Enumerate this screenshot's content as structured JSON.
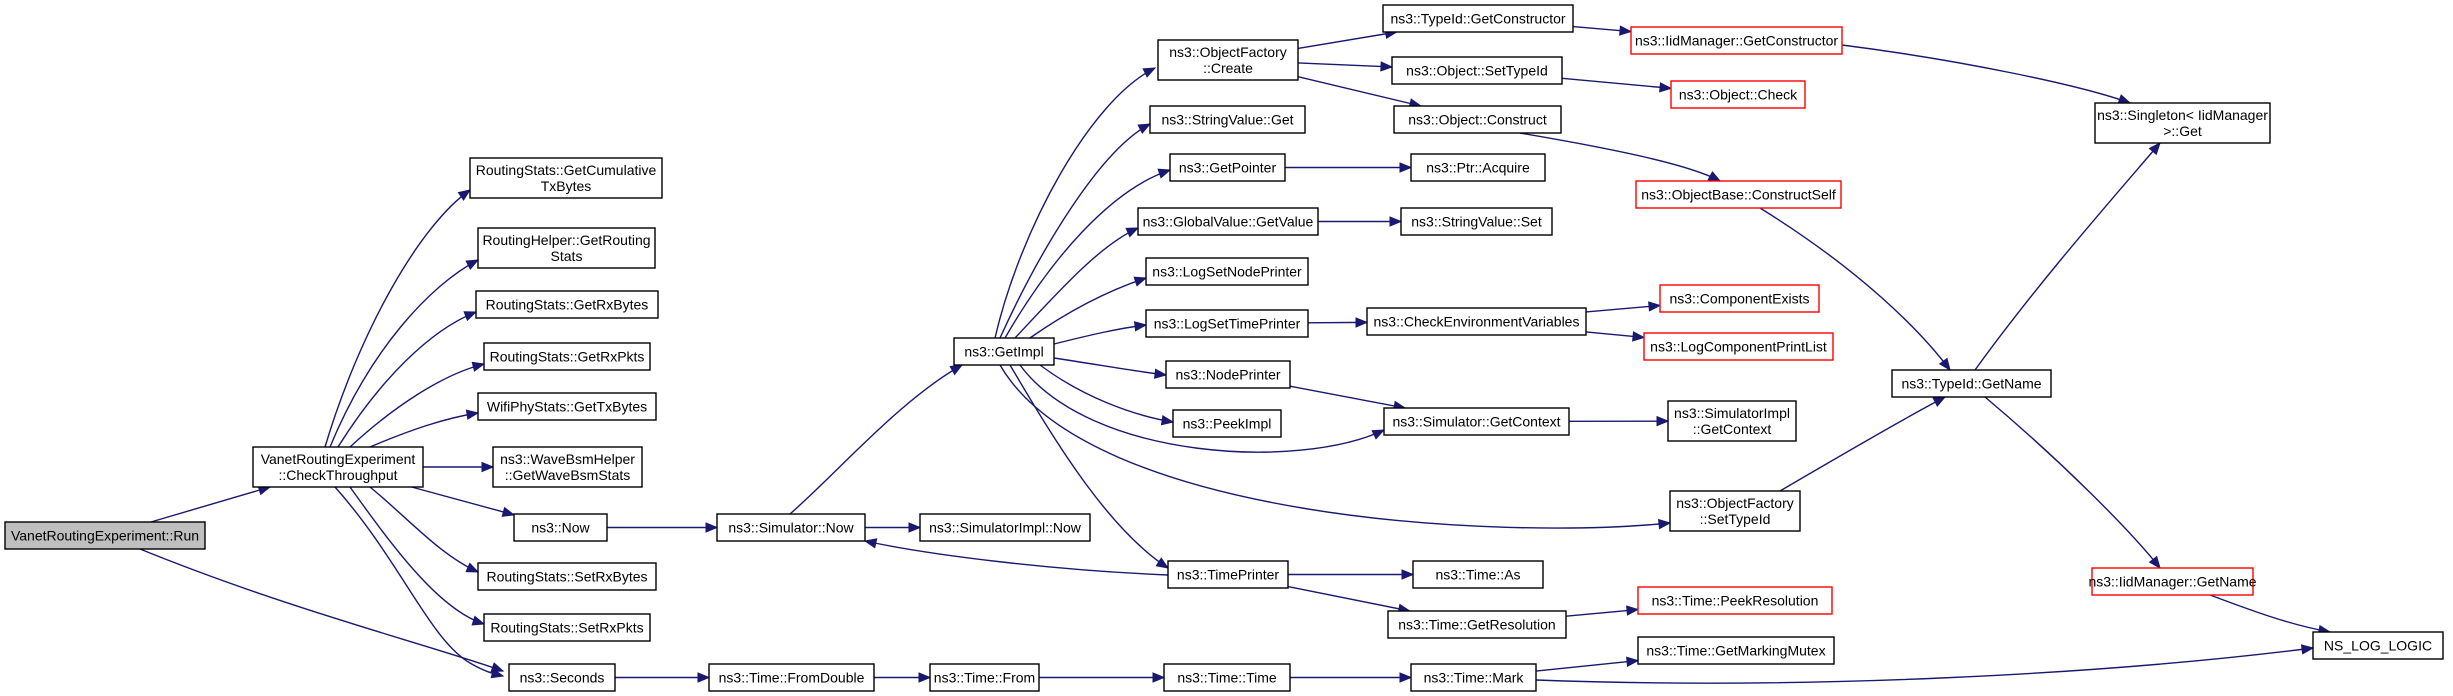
{
  "graph": {
    "type": "call-graph",
    "colors": {
      "edge": "#191970",
      "incomplete_node_border": "#ff0000",
      "node_border": "#000000",
      "root_fill": "#bfbfbf"
    },
    "nodes": [
      {
        "id": "run",
        "lines": [
          "VanetRoutingExperiment::Run"
        ],
        "style": "root"
      },
      {
        "id": "checkThroughput",
        "lines": [
          "VanetRoutingExperiment",
          "::CheckThroughput"
        ]
      },
      {
        "id": "getCumTx",
        "lines": [
          "RoutingStats::GetCumulative",
          "TxBytes"
        ]
      },
      {
        "id": "getRoutingStats",
        "lines": [
          "RoutingHelper::GetRouting",
          "Stats"
        ]
      },
      {
        "id": "getRxBytes",
        "lines": [
          "RoutingStats::GetRxBytes"
        ]
      },
      {
        "id": "getRxPkts",
        "lines": [
          "RoutingStats::GetRxPkts"
        ]
      },
      {
        "id": "wifiGetTx",
        "lines": [
          "WifiPhyStats::GetTxBytes"
        ]
      },
      {
        "id": "waveBsm",
        "lines": [
          "ns3::WaveBsmHelper",
          "::GetWaveBsmStats"
        ]
      },
      {
        "id": "now",
        "lines": [
          "ns3::Now"
        ]
      },
      {
        "id": "setRxBytes",
        "lines": [
          "RoutingStats::SetRxBytes"
        ]
      },
      {
        "id": "setRxPkts",
        "lines": [
          "RoutingStats::SetRxPkts"
        ]
      },
      {
        "id": "seconds",
        "lines": [
          "ns3::Seconds"
        ]
      },
      {
        "id": "simNow",
        "lines": [
          "ns3::Simulator::Now"
        ]
      },
      {
        "id": "simImplNow",
        "lines": [
          "ns3::SimulatorImpl::Now"
        ]
      },
      {
        "id": "getImpl",
        "lines": [
          "ns3::GetImpl"
        ]
      },
      {
        "id": "fromDouble",
        "lines": [
          "ns3::Time::FromDouble"
        ]
      },
      {
        "id": "timeFrom",
        "lines": [
          "ns3::Time::From"
        ]
      },
      {
        "id": "timeTime",
        "lines": [
          "ns3::Time::Time"
        ]
      },
      {
        "id": "timeMark",
        "lines": [
          "ns3::Time::Mark"
        ]
      },
      {
        "id": "getMarkingMutex",
        "lines": [
          "ns3::Time::GetMarkingMutex"
        ]
      },
      {
        "id": "nsLogLogic",
        "lines": [
          "NS_LOG_LOGIC"
        ]
      },
      {
        "id": "objFactoryCreate",
        "lines": [
          "ns3::ObjectFactory",
          "::Create"
        ]
      },
      {
        "id": "strValGet",
        "lines": [
          "ns3::StringValue::Get"
        ]
      },
      {
        "id": "getPointer",
        "lines": [
          "ns3::GetPointer"
        ]
      },
      {
        "id": "globalValGet",
        "lines": [
          "ns3::GlobalValue::GetValue"
        ]
      },
      {
        "id": "logSetNode",
        "lines": [
          "ns3::LogSetNodePrinter"
        ]
      },
      {
        "id": "logSetTime",
        "lines": [
          "ns3::LogSetTimePrinter"
        ]
      },
      {
        "id": "nodePrinter",
        "lines": [
          "ns3::NodePrinter"
        ]
      },
      {
        "id": "peekImpl",
        "lines": [
          "ns3::PeekImpl"
        ]
      },
      {
        "id": "timePrinter",
        "lines": [
          "ns3::TimePrinter"
        ]
      },
      {
        "id": "typeIdGetCtor",
        "lines": [
          "ns3::TypeId::GetConstructor"
        ]
      },
      {
        "id": "iidGetCtor",
        "lines": [
          "ns3::IidManager::GetConstructor"
        ],
        "style": "red"
      },
      {
        "id": "objSetTypeId",
        "lines": [
          "ns3::Object::SetTypeId"
        ]
      },
      {
        "id": "objCheck",
        "lines": [
          "ns3::Object::Check"
        ],
        "style": "red"
      },
      {
        "id": "objConstruct",
        "lines": [
          "ns3::Object::Construct"
        ]
      },
      {
        "id": "objBaseConstructSelf",
        "lines": [
          "ns3::ObjectBase::ConstructSelf"
        ],
        "style": "red"
      },
      {
        "id": "ptrAcquire",
        "lines": [
          "ns3::Ptr::Acquire"
        ]
      },
      {
        "id": "strValSet",
        "lines": [
          "ns3::StringValue::Set"
        ]
      },
      {
        "id": "checkEnv",
        "lines": [
          "ns3::CheckEnvironmentVariables"
        ]
      },
      {
        "id": "componentExists",
        "lines": [
          "ns3::ComponentExists"
        ],
        "style": "red"
      },
      {
        "id": "logCompPrintList",
        "lines": [
          "ns3::LogComponentPrintList"
        ],
        "style": "red"
      },
      {
        "id": "simGetContext",
        "lines": [
          "ns3::Simulator::GetContext"
        ]
      },
      {
        "id": "simImplGetContext",
        "lines": [
          "ns3::SimulatorImpl",
          "::GetContext"
        ]
      },
      {
        "id": "objFactorySetTypeId",
        "lines": [
          "ns3::ObjectFactory",
          "::SetTypeId"
        ]
      },
      {
        "id": "timeAs",
        "lines": [
          "ns3::Time::As"
        ]
      },
      {
        "id": "timeGetRes",
        "lines": [
          "ns3::Time::GetResolution"
        ]
      },
      {
        "id": "timePeekRes",
        "lines": [
          "ns3::Time::PeekResolution"
        ],
        "style": "red"
      },
      {
        "id": "singletonGet",
        "lines": [
          "ns3::Singleton< IidManager",
          " >::Get"
        ]
      },
      {
        "id": "typeIdGetName",
        "lines": [
          "ns3::TypeId::GetName"
        ]
      },
      {
        "id": "iidGetName",
        "lines": [
          "ns3::IidManager::GetName"
        ],
        "style": "red"
      }
    ],
    "edges": [
      [
        "run",
        "checkThroughput"
      ],
      [
        "run",
        "seconds"
      ],
      [
        "checkThroughput",
        "getCumTx"
      ],
      [
        "checkThroughput",
        "getRoutingStats"
      ],
      [
        "checkThroughput",
        "getRxBytes"
      ],
      [
        "checkThroughput",
        "getRxPkts"
      ],
      [
        "checkThroughput",
        "wifiGetTx"
      ],
      [
        "checkThroughput",
        "waveBsm"
      ],
      [
        "checkThroughput",
        "now"
      ],
      [
        "checkThroughput",
        "setRxBytes"
      ],
      [
        "checkThroughput",
        "setRxPkts"
      ],
      [
        "checkThroughput",
        "seconds"
      ],
      [
        "now",
        "simNow"
      ],
      [
        "simNow",
        "getImpl"
      ],
      [
        "simNow",
        "simImplNow"
      ],
      [
        "getImpl",
        "objFactoryCreate"
      ],
      [
        "getImpl",
        "strValGet"
      ],
      [
        "getImpl",
        "getPointer"
      ],
      [
        "getImpl",
        "globalValGet"
      ],
      [
        "getImpl",
        "logSetNode"
      ],
      [
        "getImpl",
        "logSetTime"
      ],
      [
        "getImpl",
        "nodePrinter"
      ],
      [
        "getImpl",
        "peekImpl"
      ],
      [
        "getImpl",
        "simGetContext"
      ],
      [
        "getImpl",
        "objFactorySetTypeId"
      ],
      [
        "getImpl",
        "timePrinter"
      ],
      [
        "timePrinter",
        "simNow"
      ],
      [
        "timePrinter",
        "timeAs"
      ],
      [
        "timePrinter",
        "timeGetRes"
      ],
      [
        "timeGetRes",
        "timePeekRes"
      ],
      [
        "objFactoryCreate",
        "typeIdGetCtor"
      ],
      [
        "objFactoryCreate",
        "objSetTypeId"
      ],
      [
        "objFactoryCreate",
        "objConstruct"
      ],
      [
        "typeIdGetCtor",
        "iidGetCtor"
      ],
      [
        "objSetTypeId",
        "objCheck"
      ],
      [
        "objConstruct",
        "objBaseConstructSelf"
      ],
      [
        "objBaseConstructSelf",
        "typeIdGetName"
      ],
      [
        "getPointer",
        "ptrAcquire"
      ],
      [
        "globalValGet",
        "strValSet"
      ],
      [
        "logSetTime",
        "checkEnv"
      ],
      [
        "checkEnv",
        "componentExists"
      ],
      [
        "checkEnv",
        "logCompPrintList"
      ],
      [
        "nodePrinter",
        "simGetContext"
      ],
      [
        "simGetContext",
        "simImplGetContext"
      ],
      [
        "objFactorySetTypeId",
        "typeIdGetName"
      ],
      [
        "typeIdGetName",
        "singletonGet"
      ],
      [
        "typeIdGetName",
        "iidGetName"
      ],
      [
        "iidGetCtor",
        "singletonGet"
      ],
      [
        "iidGetName",
        "nsLogLogic"
      ],
      [
        "seconds",
        "fromDouble"
      ],
      [
        "fromDouble",
        "timeFrom"
      ],
      [
        "timeFrom",
        "timeTime"
      ],
      [
        "timeTime",
        "timeMark"
      ],
      [
        "timeMark",
        "getMarkingMutex"
      ],
      [
        "timeMark",
        "nsLogLogic"
      ]
    ]
  }
}
